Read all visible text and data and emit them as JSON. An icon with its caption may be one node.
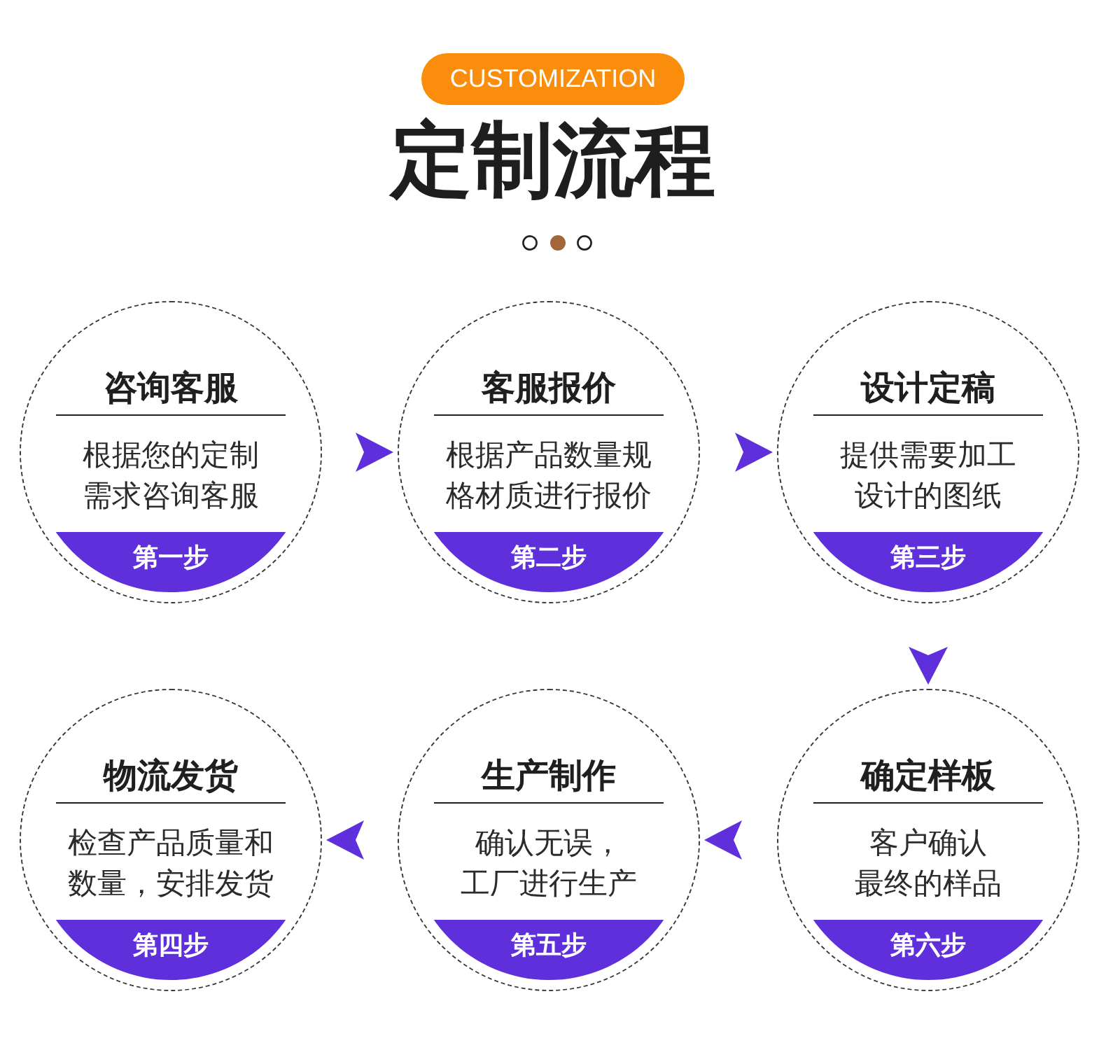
{
  "diagram": {
    "title": "定制流程",
    "nodes": [
      {
        "text": [
          "咨询客服",
          "根据您的定制需求咨询客服",
          "第一步"
        ]
      },
      {
        "text": [
          "客服报价",
          "根据产品数量规格材质进行报价",
          "第二步"
        ]
      },
      {
        "text": [
          "设计定稿",
          "提供需要加工设计的图纸",
          "第三步"
        ]
      },
      {
        "text": [
          "物流发货",
          "检查产品质量和数量，安排发货",
          "第四步"
        ]
      },
      {
        "text": [
          "生产制作",
          "确认无误，工厂进行生产",
          "第五步"
        ]
      },
      {
        "text": [
          "确定样板",
          "客户确认最终的样品",
          "第六步"
        ]
      }
    ],
    "edges": [
      {
        "from": 0,
        "to": 1,
        "arrow": "to"
      },
      {
        "from": 1,
        "to": 2,
        "arrow": "to"
      },
      {
        "from": 2,
        "to": 5,
        "arrow": "to"
      },
      {
        "from": 5,
        "to": 4,
        "arrow": "to"
      },
      {
        "from": 4,
        "to": 3,
        "arrow": "to"
      }
    ],
    "labels": [
      "CUSTOMIZATION"
    ]
  }
}
